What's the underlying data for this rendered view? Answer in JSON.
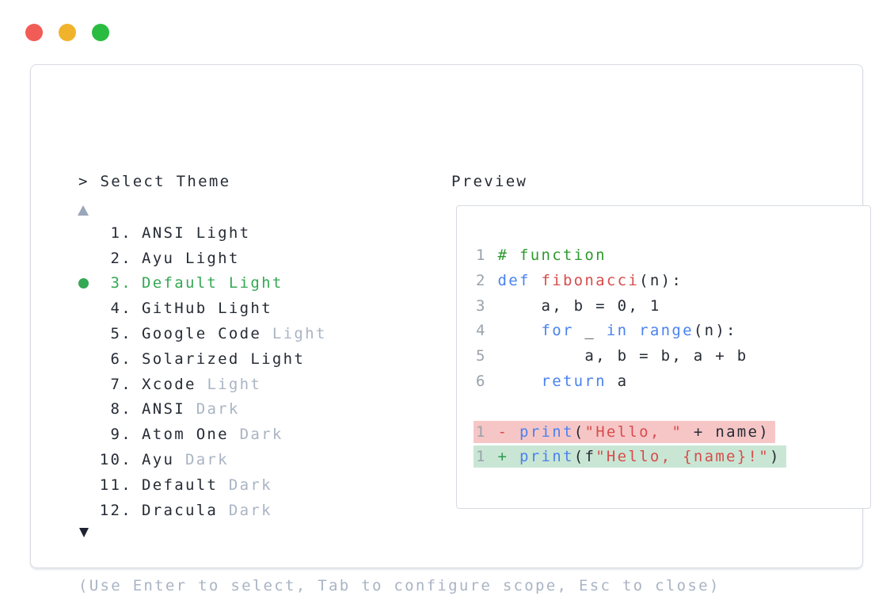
{
  "window": {
    "controls": [
      {
        "name": "close-button",
        "color_key": "traffic_red"
      },
      {
        "name": "minimize-button",
        "color_key": "traffic_yellow"
      },
      {
        "name": "maximize-button",
        "color_key": "traffic_green"
      }
    ]
  },
  "theme_picker": {
    "prompt": "> Select Theme",
    "scroll_up_indicator": "triangle-up",
    "scroll_down_indicator": "triangle-down",
    "items": [
      {
        "number": "1.",
        "name": "ANSI Light",
        "variant": "",
        "selected": false
      },
      {
        "number": "2.",
        "name": "Ayu Light",
        "variant": "",
        "selected": false
      },
      {
        "number": "3.",
        "name": "Default Light",
        "variant": "",
        "selected": true
      },
      {
        "number": "4.",
        "name": "GitHub Light",
        "variant": "",
        "selected": false
      },
      {
        "number": "5.",
        "name": "Google Code",
        "variant": "Light",
        "selected": false
      },
      {
        "number": "6.",
        "name": "Solarized Light",
        "variant": "",
        "selected": false
      },
      {
        "number": "7.",
        "name": "Xcode",
        "variant": "Light",
        "selected": false
      },
      {
        "number": "8.",
        "name": "ANSI",
        "variant": "Dark",
        "selected": false
      },
      {
        "number": "9.",
        "name": "Atom One",
        "variant": "Dark",
        "selected": false
      },
      {
        "number": "10.",
        "name": "Ayu",
        "variant": "Dark",
        "selected": false
      },
      {
        "number": "11.",
        "name": "Default",
        "variant": "Dark",
        "selected": false
      },
      {
        "number": "12.",
        "name": "Dracula",
        "variant": "Dark",
        "selected": false
      }
    ],
    "footer_hint": "(Use Enter to select, Tab to configure scope, Esc to close)"
  },
  "preview": {
    "label": "Preview",
    "language": "python",
    "code_lines": [
      {
        "gutter": "1",
        "diff": "",
        "tokens": [
          [
            " ",
            "plain"
          ],
          [
            "# function",
            "comment"
          ]
        ]
      },
      {
        "gutter": "2",
        "diff": "",
        "tokens": [
          [
            " ",
            "plain"
          ],
          [
            "def",
            "keyword"
          ],
          [
            " ",
            "plain"
          ],
          [
            "fibonacci",
            "funcname"
          ],
          [
            "(n):",
            "plain"
          ]
        ]
      },
      {
        "gutter": "3",
        "diff": "",
        "tokens": [
          [
            " ",
            "plain"
          ],
          [
            "    a, b = 0, 1",
            "plain"
          ]
        ]
      },
      {
        "gutter": "4",
        "diff": "",
        "tokens": [
          [
            " ",
            "plain"
          ],
          [
            "    ",
            "plain"
          ],
          [
            "for",
            "keyword"
          ],
          [
            " _ ",
            "plain"
          ],
          [
            "in",
            "keyword"
          ],
          [
            " ",
            "plain"
          ],
          [
            "range",
            "keyword"
          ],
          [
            "(n):",
            "plain"
          ]
        ]
      },
      {
        "gutter": "5",
        "diff": "",
        "tokens": [
          [
            " ",
            "plain"
          ],
          [
            "        a, b = b, a + b",
            "plain"
          ]
        ]
      },
      {
        "gutter": "6",
        "diff": "",
        "tokens": [
          [
            " ",
            "plain"
          ],
          [
            "    ",
            "plain"
          ],
          [
            "return",
            "keyword"
          ],
          [
            " a",
            "plain"
          ]
        ]
      },
      {
        "gutter": "",
        "diff": "",
        "tokens": []
      },
      {
        "gutter": "1",
        "diff": "removed",
        "tokens": [
          [
            " ",
            "plain"
          ],
          [
            "-",
            "removed-marker"
          ],
          [
            " ",
            "plain"
          ],
          [
            "print",
            "keyword"
          ],
          [
            "(",
            "plain"
          ],
          [
            "\"Hello, \"",
            "string"
          ],
          [
            " + name)",
            "plain"
          ]
        ]
      },
      {
        "gutter": "1",
        "diff": "added",
        "tokens": [
          [
            " ",
            "plain"
          ],
          [
            "+",
            "added-marker"
          ],
          [
            " ",
            "plain"
          ],
          [
            "print",
            "keyword"
          ],
          [
            "(f",
            "plain"
          ],
          [
            "\"Hello, {name}!\"",
            "string"
          ],
          [
            ")",
            "plain"
          ]
        ]
      }
    ]
  },
  "colors": {
    "text_dark": "#262b35",
    "muted_gray": "#a9b4c4",
    "line_number_gray": "#9aa2ac",
    "selected_green": "#34a853",
    "keyword_blue": "#4a82ee",
    "comment_green": "#2e9a2e",
    "string_red": "#d84c4c",
    "diff_plus_green": "#2e9a4e",
    "diff_removed_bg": "#f6c6c6",
    "diff_added_bg": "#c9e6d4",
    "panel_border": "#d7dbe1",
    "traffic_red": "#f25c56",
    "traffic_yellow": "#f1b32c",
    "traffic_green": "#2abc41",
    "scroll_up_gray": "#9aa6b9",
    "scroll_down_dark": "#1e2230"
  }
}
